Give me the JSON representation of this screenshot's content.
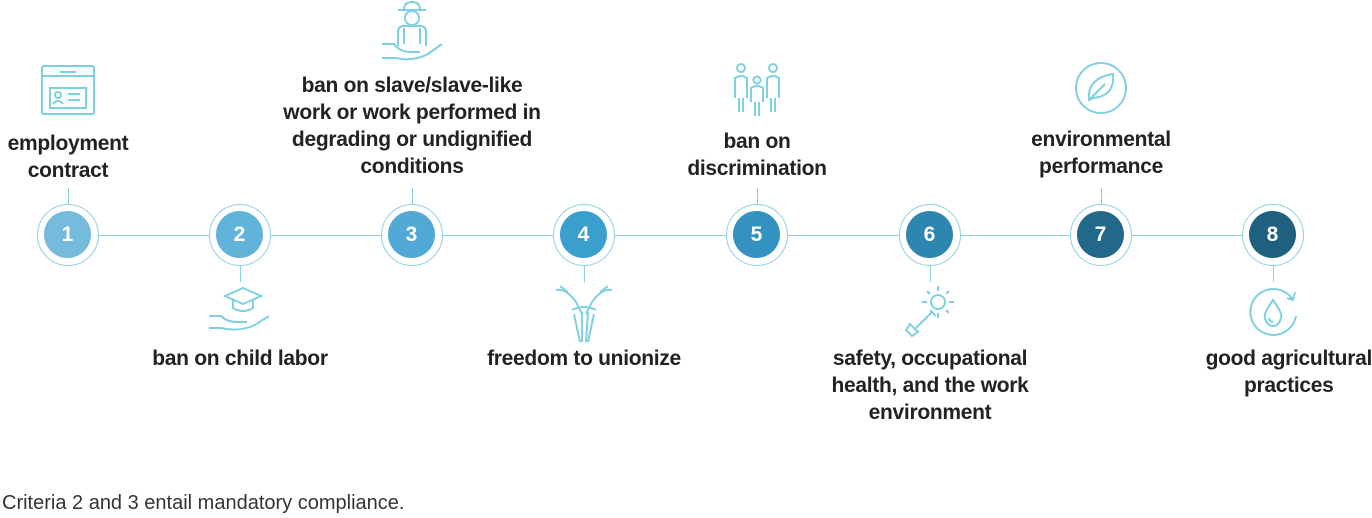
{
  "steps": [
    {
      "number": "1",
      "label_lines": [
        "employment",
        "contract"
      ],
      "icon": "contract-id-card-icon",
      "color": "#74bbdc",
      "position": "top"
    },
    {
      "number": "2",
      "label_lines": [
        "ban on child labor"
      ],
      "icon": "graduation-cap-hand-icon",
      "color": "#62b3da",
      "position": "bottom"
    },
    {
      "number": "3",
      "label_lines": [
        "ban on slave/slave-like",
        "work or work performed in",
        "degrading or undignified",
        "conditions"
      ],
      "icon": "farmer-hand-icon",
      "color": "#52a9d6",
      "position": "top"
    },
    {
      "number": "4",
      "label_lines": [
        "freedom to unionize"
      ],
      "icon": "joined-hands-icon",
      "color": "#3a9fcc",
      "position": "bottom"
    },
    {
      "number": "5",
      "label_lines": [
        "ban on",
        "discrimination"
      ],
      "icon": "family-people-icon",
      "color": "#3392c0",
      "position": "top"
    },
    {
      "number": "6",
      "label_lines": [
        "safety, occupational",
        "health, and the work",
        "environment"
      ],
      "icon": "sun-shovel-icon",
      "color": "#2d86b0",
      "position": "bottom"
    },
    {
      "number": "7",
      "label_lines": [
        "environmental",
        "performance"
      ],
      "icon": "leaf-circle-icon",
      "color": "#22688a",
      "position": "top"
    },
    {
      "number": "8",
      "label_lines": [
        "good agricultural",
        "practices"
      ],
      "icon": "water-drop-cycle-icon",
      "color": "#1f5f7f",
      "position": "bottom"
    }
  ],
  "footnote": "Criteria 2 and 3 entail mandatory compliance."
}
